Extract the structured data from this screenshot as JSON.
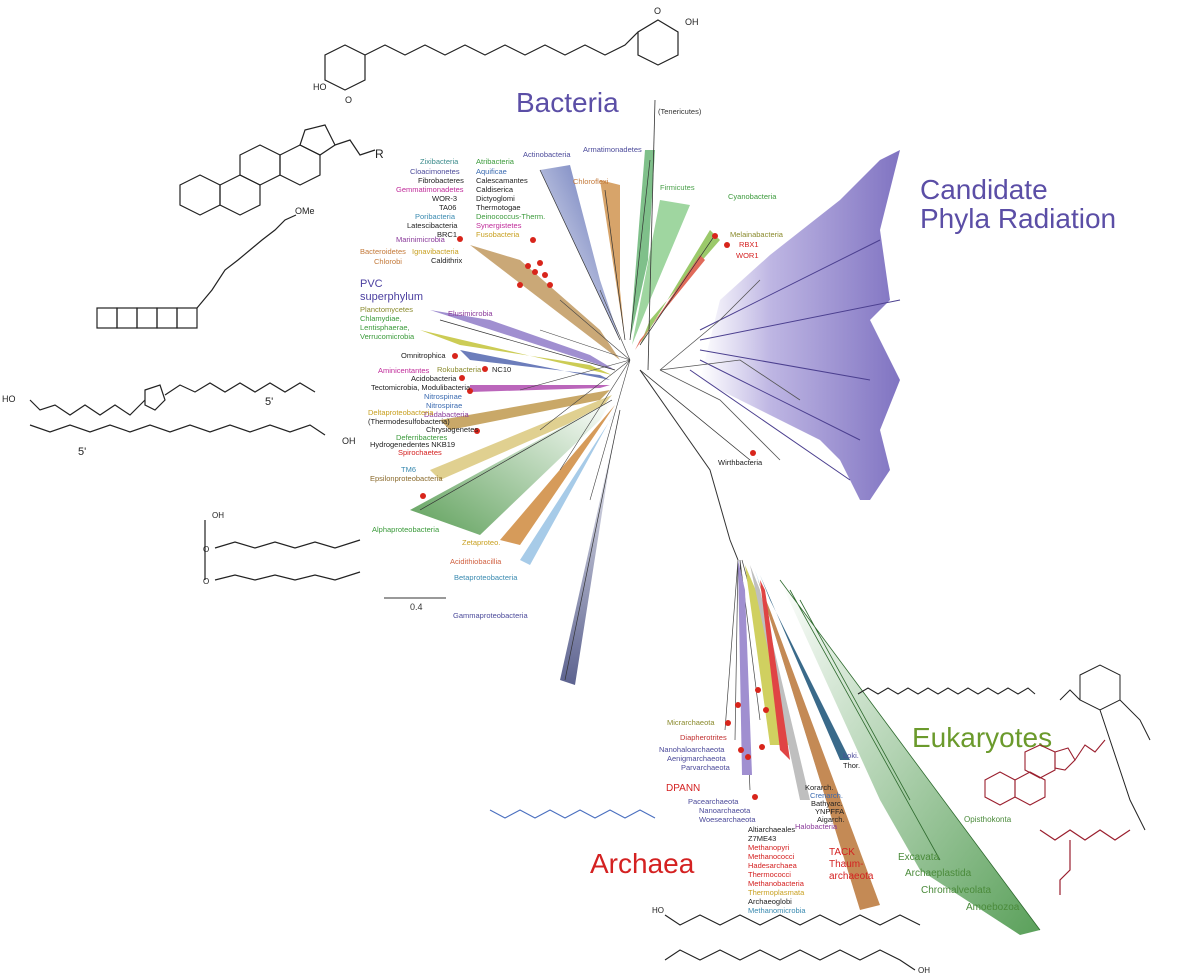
{
  "domains": {
    "bacteria": "Bacteria",
    "cpr_line1": "Candidate",
    "cpr_line2": "Phyla Radiation",
    "eukaryotes": "Eukaryotes",
    "archaea": "Archaea"
  },
  "colors": {
    "bacteria_title": "#5b4ea6",
    "eukaryote_title": "#6b9a2c",
    "archaea_title": "#d42121",
    "cpr_fill": "#8a7cc7",
    "red_dot": "#d8251b"
  },
  "scale_bar": "0.4",
  "structure_labels": {
    "r_group": "R",
    "ome": "OMe",
    "ho_a": "HO",
    "o_a": "O",
    "o_b": "O",
    "oh_b": "OH",
    "ho_c": "HO",
    "oh_c": "OH",
    "five_prime_a": "5'",
    "five_prime_b": "5'",
    "oh_d": "OH",
    "o_d1": "O",
    "o_d2": "O",
    "ho_e": "HO",
    "oh_e": "OH"
  },
  "labels": {
    "tenericutes": "(Tenericutes)",
    "armatimonadetes": "Armatimonadetes",
    "actinobacteria": "Actinobacteria",
    "firmicutes": "Firmicutes",
    "chloroflexi": "Chloroflexi",
    "cyanobacteria": "Cyanobacteria",
    "melainabacteria": "Melainabacteria",
    "rbx1": "RBX1",
    "wor1": "WOR1",
    "zixibacteria": "Zixibacteria",
    "cloacimonetes": "Cloacimonetes",
    "fibrobacteres": "Fibrobacteres",
    "gemmatimonadetes": "Gemmatimonadetes",
    "wor3": "WOR-3",
    "ta06": "TA06",
    "poribacteria": "Poribacteria",
    "latescibacteria": "Latescibacteria",
    "brc1": "BRC1",
    "atribacteria": "Atribacteria",
    "aquificae": "Aquificae",
    "calescamantes": "Calescamantes",
    "caldiserica": "Caldiserica",
    "dictyoglomi": "Dictyoglomi",
    "thermotogae": "Thermotogae",
    "deinococcus": "Deinococcus-Therm.",
    "synergistetes": "Synergistetes",
    "fusobacteria": "Fusobacteria",
    "marinimicrobia": "Marinimicrobia",
    "bacteroidetes": "Bacteroidetes",
    "chlorobi": "Chlorobi",
    "ignavibacteria": "Ignavibacteria",
    "caldithrix": "Caldithrix",
    "pvc1": "PVC",
    "pvc2": "superphylum",
    "planctomycetes": "Planctomycetes",
    "chlamydiae": "Chlamydiae,",
    "lentisphaerae": "Lentisphaerae,",
    "verrucomicrobia": "Verrucomicrobia",
    "elusimicrobia": "Elusimicrobia",
    "omnitrophica": "Omnitrophica",
    "nc10": "NC10",
    "aminicentantes": "Aminicentantes",
    "rokubacteria": "Rokubacteria",
    "acidobacteria": "Acidobacteria",
    "tectomicrobia": "Tectomicrobia, Modulibacteria",
    "nitrospinae": "Nitrospinae",
    "nitrospirae": "Nitrospirae",
    "dadabacteria": "Dadabacteria",
    "deltaproteobacteria": "Deltaproteobacteria",
    "thermodesulfobacteria": "(Thermodesulfobacteria)",
    "chrysiogenetes": "Chrysiogenetes",
    "deferribacteres": "Deferribacteres",
    "hydrogenedentes": "Hydrogenedentes NKB19",
    "spirochaetes": "Spirochaetes",
    "tm6": "TM6",
    "epsilonproteobacteria": "Epsilonproteobacteria",
    "alphaproteobacteria": "Alphaproteobacteria",
    "zetaproteo": "Zetaproteo.",
    "acidithiobacillia": "Acidithiobacillia",
    "betaproteobacteria": "Betaproteobacteria",
    "gammaproteobacteria": "Gammaproteobacteria",
    "wirthbacteria": "Wirthbacteria",
    "micrarchaeota": "Micrarchaeota",
    "diapherotrites": "Diapherotrites",
    "nanohaloarchaeota": "Nanohaloarchaeota",
    "aenigmarchaeota": "Aenigmarchaeota",
    "parvarchaeota": "Parvarchaeota",
    "dpann": "DPANN",
    "pacearchaeota": "Pacearchaeota",
    "nanoarchaeota": "Nanoarchaeota",
    "woesearchaeota": "Woesearchaeota",
    "loki": "Loki.",
    "thor": "Thor.",
    "korarch": "Korarch.",
    "crenarch": "Crenarch.",
    "bathyarc": "Bathyarc.",
    "ynpffa": "YNPFFA",
    "aigarch": "Aigarch.",
    "halobacteria": "Halobacteria",
    "altiarchaeales": "Altiarchaeales",
    "z7me43": "Z7ME43",
    "methanopyri": "Methanopyri",
    "methanococci": "Methanococci",
    "hadesarchaea": "Hadesarchaea",
    "thermococci": "Thermococci",
    "methanobacteria": "Methanobacteria",
    "thermoplasmata": "Thermoplasmata",
    "archaeoglobi": "Archaeoglobi",
    "methanomicrobia": "Methanomicrobia",
    "tack1": "TACK",
    "tack2": "Thaum-",
    "tack3": "archaeota",
    "opisthokonta": "Opisthokonta",
    "excavata": "Excavata",
    "archaeplastida": "Archaeplastida",
    "chromalveolata": "Chromalveolata",
    "amoebozoa": "Amoebozoa"
  }
}
